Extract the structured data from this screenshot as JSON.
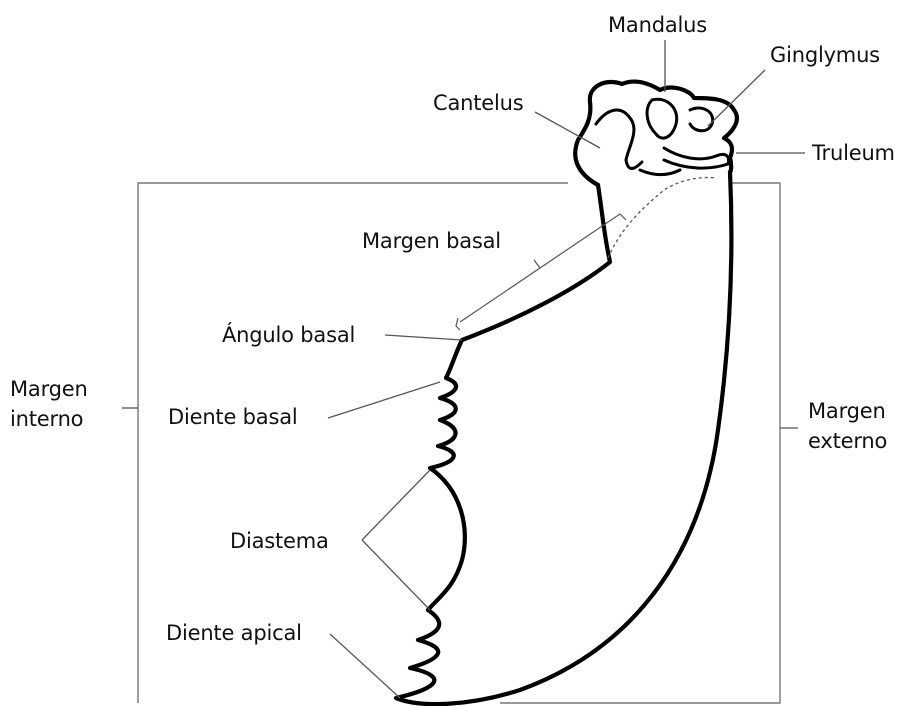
{
  "diagram": {
    "labels": {
      "mandalus": "Mandalus",
      "ginglymus": "Ginglymus",
      "cantelus": "Cantelus",
      "truleum": "Truleum",
      "margen_basal": "Margen basal",
      "angulo_basal": "Ángulo basal",
      "margen_interno_line1": "Margen",
      "margen_interno_line2": "interno",
      "diente_basal": "Diente basal",
      "margen_externo_line1": "Margen",
      "margen_externo_line2": "externo",
      "diastema": "Diastema",
      "diente_apical": "Diente apical"
    },
    "colors": {
      "outline": "#000000",
      "leader": "#555555",
      "frame": "#777777",
      "text": "#111111"
    }
  }
}
